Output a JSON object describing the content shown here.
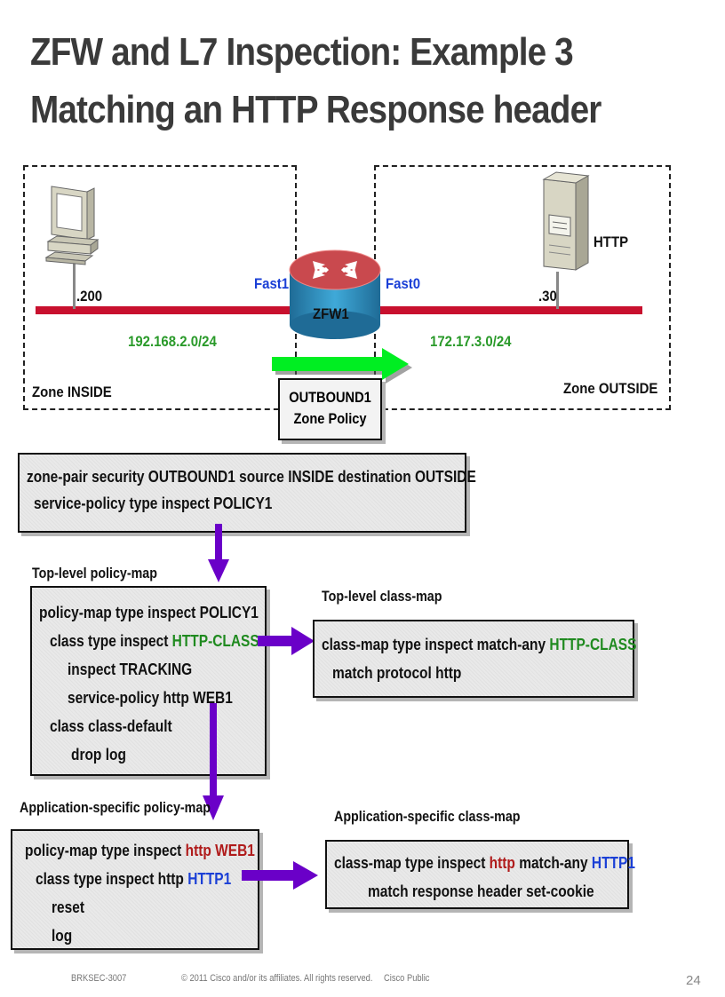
{
  "title": {
    "line1": "ZFW and L7 Inspection: Example 3",
    "line2": "Matching an HTTP Response header"
  },
  "topology": {
    "zone_inside": "Zone INSIDE",
    "zone_outside": "Zone OUTSIDE",
    "host_ip": ".200",
    "server_ip": ".30",
    "server_label": "HTTP",
    "if_inside": "Fast1",
    "if_outside": "Fast0",
    "router_label": "ZFW1",
    "net_inside": "192.168.2.0/24",
    "net_outside": "172.17.3.0/24",
    "policy_box": [
      "OUTBOUND1",
      "Zone Policy"
    ]
  },
  "zone_pair": {
    "line1": "zone-pair security OUTBOUND1 source INSIDE destination OUTSIDE",
    "line2": "service-policy type inspect POLICY1"
  },
  "top_policy": {
    "header": "Top-level policy-map",
    "l1": "policy-map type inspect POLICY1",
    "l2a": "class type inspect ",
    "l2b": "HTTP-CLASS",
    "l3": "inspect TRACKING",
    "l4": "service-policy http WEB1",
    "l5": "class class-default",
    "l6": "drop log"
  },
  "top_class": {
    "header": "Top-level class-map",
    "l1a": "class-map type inspect match-any ",
    "l1b": "HTTP-CLASS",
    "l2": "match protocol http"
  },
  "app_policy": {
    "header": "Application-specific policy-map",
    "l1a": "policy-map type inspect ",
    "l1b": "http WEB1",
    "l2a": "class type inspect http ",
    "l2b": "HTTP1",
    "l3": "reset",
    "l4": "log"
  },
  "app_class": {
    "header": "Application-specific class-map",
    "l1a": "class-map type inspect ",
    "l1b": "http",
    "l1c": " match-any ",
    "l1d": "HTTP1",
    "l2": "match  response header set-cookie"
  },
  "footer": {
    "code": "BRKSEC-3007",
    "copyright": "© 2011 Cisco and/or its affiliates. All rights reserved.",
    "classification": "Cisco Public",
    "page": "24"
  },
  "colors": {
    "link": "#c8102e",
    "arrow_green": "#00ee22",
    "arrow_purple": "#6a00c8",
    "blue_text": "#1a3fd6",
    "green_text": "#1f8a1f",
    "red_text": "#b01b1b"
  }
}
